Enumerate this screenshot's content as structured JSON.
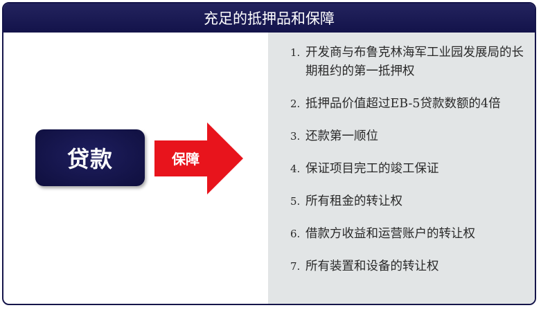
{
  "title": "充足的抵押品和保障",
  "loan": {
    "label": "贷款"
  },
  "arrow": {
    "label": "保障",
    "color": "#e8141c"
  },
  "colors": {
    "navy": "#15154a",
    "panel": "#e2e5e6"
  },
  "list": [
    {
      "num": "1.",
      "text": "开发商与布鲁克林海军工业园发展局的长期租约的第一抵押权"
    },
    {
      "num": "2.",
      "text": "抵押品价值超过EB-5贷款数额的4倍"
    },
    {
      "num": "3.",
      "text": "还款第一顺位"
    },
    {
      "num": "4.",
      "text": "保证项目完工的竣工保证"
    },
    {
      "num": "5.",
      "text": "所有租金的转让权"
    },
    {
      "num": "6.",
      "text": "借款方收益和运营账户的转让权"
    },
    {
      "num": "7.",
      "text": "所有装置和设备的转让权"
    }
  ]
}
